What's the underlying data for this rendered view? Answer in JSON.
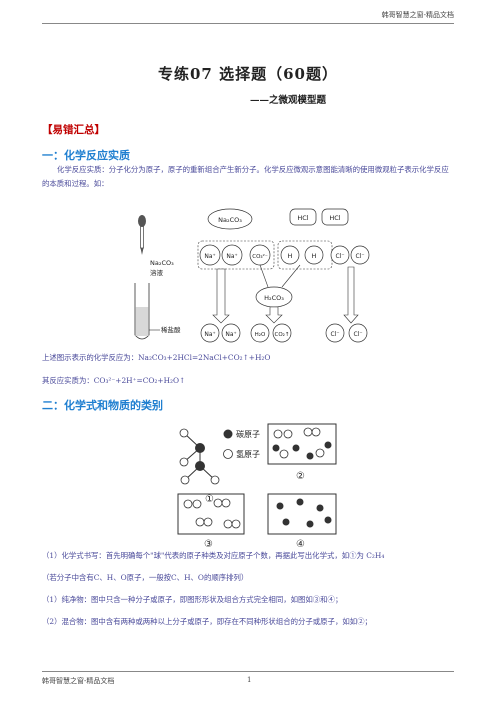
{
  "header": {
    "text": "韩哥智慧之窗-精品文档"
  },
  "title": "专练07    选择题（60题）",
  "subtitle": "——之微观模型题",
  "tag": "【易错汇总】",
  "section1": {
    "heading": "一：化学反应实质",
    "para": "化学反应实质：分子化分为原子，原子的重新组合产生新分子。化学反应微观示意图能清晰的使用微观粒子表示化学反应的本质和过程。如：",
    "equation": "上述图示表示的化学反应为：Na₂CO₃+2HCl=2NaCl+CO₂↑+H₂O",
    "essence": "其反应实质为：CO₃²⁻+2H⁺=CO₂+H₂O↑"
  },
  "diagram1": {
    "na2co3_label": "Na₂CO₃",
    "hcl_label": "HCl",
    "ions_top": [
      "Na⁺",
      "Na⁺",
      "CO₃²⁻",
      "H",
      "H",
      "Cl⁻",
      "Cl⁻"
    ],
    "h2co3_label": "H₂CO₃",
    "ions_bottom": [
      "Na⁺",
      "Na⁺",
      "H₂O",
      "CO₂↑",
      "Cl⁻",
      "Cl⁻"
    ],
    "solution_label_1": "Na₂CO₃",
    "solution_label_2": "溶液",
    "acid_label": "稀盐酸"
  },
  "section2": {
    "heading": "二：化学式和物质的类别",
    "carbon_label": "碳原子",
    "hydrogen_label": "氢原子",
    "box_labels": [
      "①",
      "②",
      "③",
      "④"
    ],
    "p1": "（1）化学式书写：首先明确每个\"球\"代表的原子种类及对应原子个数，再据此写出化学式，如①为 C₂H₄",
    "p2": "（若分子中含有C、H、O原子，一般按C、H、O的顺序排列）",
    "p3": "（1）纯净物：图中只含一种分子或原子，即图形形状及组合方式完全相同，如图如③和④；",
    "p4": "（2）混合物：图中含有两种或两种以上分子或原子，即存在不同种形状组合的分子或原子，如如②；"
  },
  "footer": {
    "left": "韩哥智慧之窗-精品文档",
    "page": "1"
  }
}
